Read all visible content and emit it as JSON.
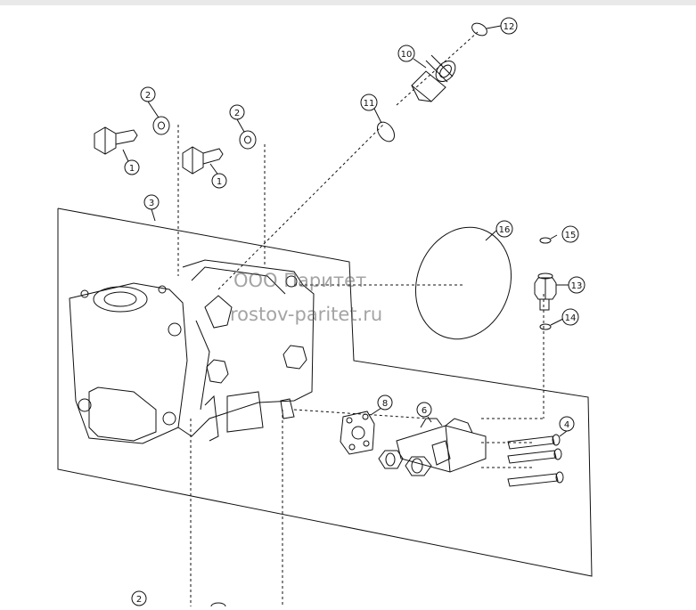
{
  "watermark": {
    "company": "ООО Паритет",
    "site": "rostov-paritet.ru"
  },
  "callouts": {
    "c1a": "1",
    "c2a": "2",
    "c1b": "1",
    "c2b": "2",
    "c3": "3",
    "c4": "4",
    "c6": "6",
    "c8": "8",
    "c10": "10",
    "c11": "11",
    "c12": "12",
    "c13": "13",
    "c14": "14",
    "c15": "15",
    "c16": "16",
    "c2c": "2"
  },
  "colors": {
    "line": "#111111",
    "watermark": "#5a5a5a",
    "topbar": "#e9e9e9"
  }
}
